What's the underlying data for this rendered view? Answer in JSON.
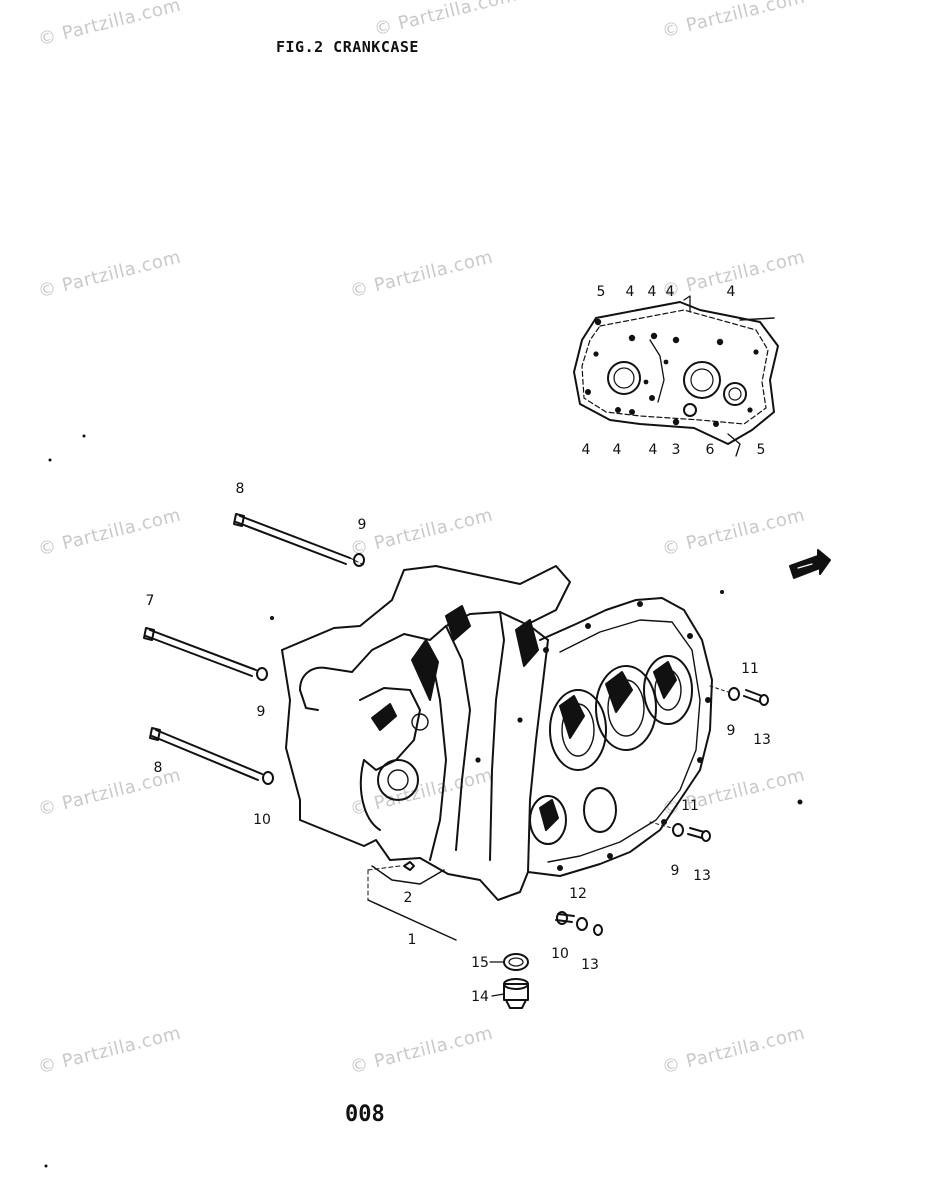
{
  "header": {
    "title": "FIG.2  CRANKCASE"
  },
  "footer": {
    "page_number": "008"
  },
  "watermark": {
    "text": "© Partzilla.com"
  },
  "callouts": {
    "c_top_1": "5",
    "c_top_2": "4",
    "c_top_3": "4",
    "c_top_4": "4",
    "c_top_5": "4",
    "c_bot_1": "4",
    "c_bot_2": "4",
    "c_bot_3": "4",
    "c_bot_4": "3",
    "c_bot_5": "6",
    "c_bot_6": "5",
    "c_8a": "8",
    "c_9a": "9",
    "c_7": "7",
    "c_9b": "9",
    "c_8b": "8",
    "c_10a": "10",
    "c_11a": "11",
    "c_9c": "9",
    "c_13a": "13",
    "c_11b": "11",
    "c_9d": "9",
    "c_13b": "13",
    "c_12": "12",
    "c_10b": "10",
    "c_13c": "13",
    "c_2": "2",
    "c_1": "1",
    "c_15": "15",
    "c_14": "14"
  },
  "colors": {
    "ink": "#111111",
    "watermark": "#c9c9c9"
  }
}
